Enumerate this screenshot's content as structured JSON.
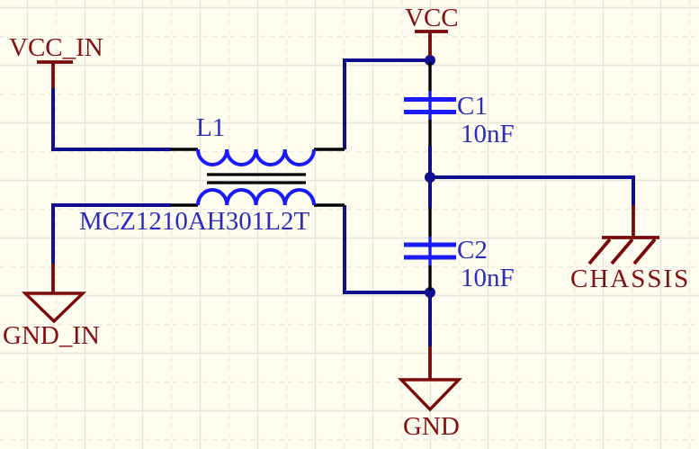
{
  "colors": {
    "background": "#FFFCF0",
    "grid_solid": "#E6E6DD",
    "grid_dash": "#EBEBE2",
    "wire": "#10108E",
    "pin": "#000000",
    "component": "#1A1AFF",
    "text_blue": "#2B2BC0",
    "power": "#7A0A0A",
    "power_text": "#841010"
  },
  "schematic": {
    "power_ports": [
      {
        "name": "VCC_IN",
        "style": "bar"
      },
      {
        "name": "VCC",
        "style": "bar"
      },
      {
        "name": "GND_IN",
        "style": "power-ground"
      },
      {
        "name": "GND",
        "style": "power-ground"
      },
      {
        "name": "CHASSIS",
        "style": "chassis-earth"
      }
    ],
    "components": [
      {
        "designator": "L1",
        "comment": "MCZ1210AH301L2T",
        "kind": "common-mode-choke"
      },
      {
        "designator": "C1",
        "value": "10nF",
        "kind": "capacitor"
      },
      {
        "designator": "C2",
        "value": "10nF",
        "kind": "capacitor"
      }
    ]
  }
}
